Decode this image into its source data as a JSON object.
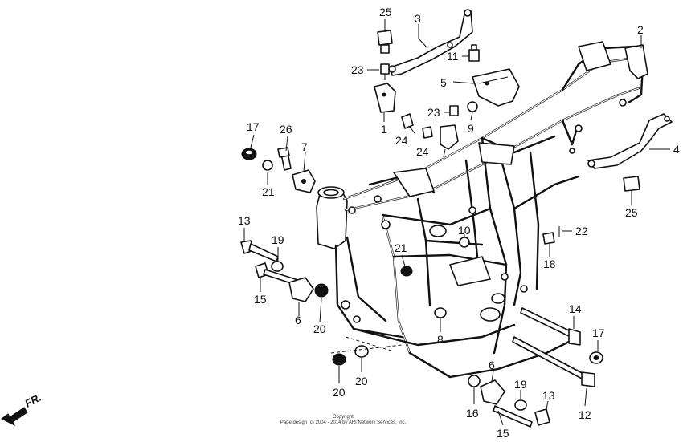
{
  "callouts": {
    "c1": "1",
    "c2": "2",
    "c3": "3",
    "c4": "4",
    "c5": "5",
    "c6a": "6",
    "c6b": "6",
    "c7": "7",
    "c8": "8",
    "c9": "9",
    "c10": "10",
    "c11": "11",
    "c12": "12",
    "c13a": "13",
    "c13b": "13",
    "c14": "14",
    "c15a": "15",
    "c15b": "15",
    "c16": "16",
    "c17a": "17",
    "c17b": "17",
    "c18": "18",
    "c19a": "19",
    "c19b": "19",
    "c20a": "20",
    "c20b": "20",
    "c20c": "20",
    "c21a": "21",
    "c21b": "21",
    "c22": "22",
    "c23a": "23",
    "c23b": "23",
    "c24a": "24",
    "c24b": "24",
    "c25a": "25",
    "c25b": "25",
    "c26": "26"
  },
  "direction_label": "FR.",
  "copyright_line1": "Copyright",
  "copyright_line2": "Page design (c) 2004 - 2014 by ARI Network Services, Inc."
}
